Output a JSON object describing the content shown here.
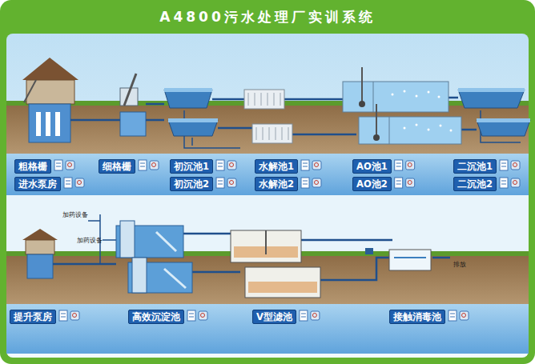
{
  "diagram": {
    "title": "A4800污水处理厂实训系统",
    "nodes": [
      {
        "text": [
          "粗格栅"
        ]
      },
      {
        "text": [
          "细格栅"
        ]
      },
      {
        "text": [
          "初沉池1"
        ]
      },
      {
        "text": [
          "水解池1"
        ]
      },
      {
        "text": [
          "AO池1"
        ]
      },
      {
        "text": [
          "二沉池1"
        ]
      },
      {
        "text": [
          "进水泵房"
        ]
      },
      {
        "text": [
          "初沉池2"
        ]
      },
      {
        "text": [
          "水解池2"
        ]
      },
      {
        "text": [
          "AO池2"
        ]
      },
      {
        "text": [
          "二沉池2"
        ]
      },
      {
        "text": [
          "提升泵房"
        ]
      },
      {
        "text": [
          "高效沉淀池"
        ]
      },
      {
        "text": [
          "V型滤池"
        ]
      },
      {
        "text": [
          "接触消毒池"
        ]
      }
    ],
    "labels": [
      "加药设备",
      "加药设备",
      "排放"
    ]
  }
}
